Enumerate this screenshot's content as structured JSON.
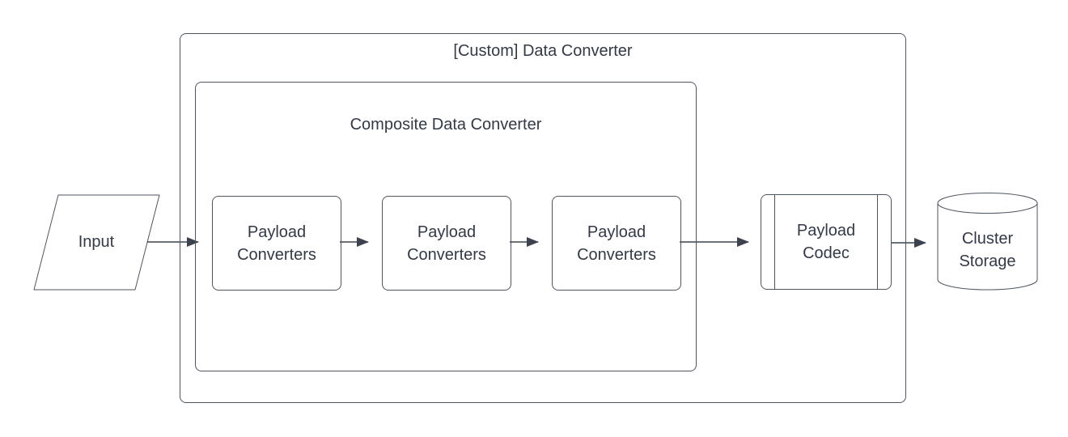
{
  "diagram": {
    "outer_group": {
      "title": "[Custom] Data Converter"
    },
    "composite_group": {
      "title": "Composite Data Converter"
    },
    "input": {
      "label": "Input"
    },
    "converters": [
      {
        "label": "Payload Converters"
      },
      {
        "label": "Payload Converters"
      },
      {
        "label": "Payload Converters"
      }
    ],
    "codec": {
      "label": "Payload Codec"
    },
    "storage": {
      "label": "Cluster Storage"
    },
    "colors": {
      "node_stroke": "#4d5560",
      "arrow": "#3c434e",
      "text": "#323a47",
      "background": "#ffffff"
    }
  }
}
